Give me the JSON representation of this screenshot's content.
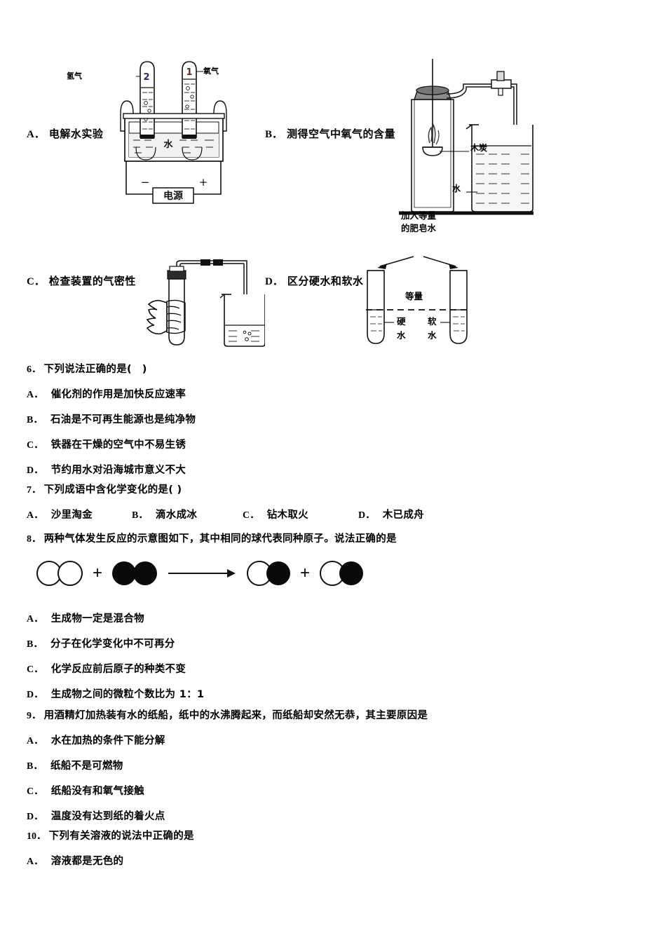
{
  "question5": {
    "options": [
      {
        "letter": "A．",
        "label": "电解水实验",
        "figure": "electrolysis-of-water-apparatus",
        "figure_labels": {
          "left_gas": "氢气",
          "left_tube_number": "2",
          "right_tube_number": "1",
          "right_gas": "氧气",
          "liquid": "水",
          "power_supply": "电源",
          "negative_terminal": "−",
          "positive_terminal": "+"
        }
      },
      {
        "letter": "B．",
        "label": "测得空气中氧气的含量",
        "figure": "oxygen-content-in-air-apparatus",
        "figure_labels": {
          "charcoal": "木炭",
          "water": "水"
        }
      },
      {
        "letter": "C．",
        "label": "检查装置的气密性",
        "figure": "airtightness-check-apparatus",
        "figure_labels": {}
      },
      {
        "letter": "D．",
        "label": "区分硬水和软水",
        "figure": "hard-soft-water-test-tubes",
        "figure_labels": {
          "top_note_line1": "加入等量",
          "top_note_line2": "的肥皂水",
          "equal_amount": "等量",
          "hard_water_line1": "硬",
          "hard_water_line2": "水",
          "soft_water_line1": "软",
          "soft_water_line2": "水"
        }
      }
    ]
  },
  "question6": {
    "number": "6．",
    "stem": "下列说法正确的是(　)",
    "options": [
      {
        "letter": "A．",
        "text": "催化剂的作用是加快反应速率"
      },
      {
        "letter": "B．",
        "text": "石油是不可再生能源也是纯净物"
      },
      {
        "letter": "C．",
        "text": "铁器在干燥的空气中不易生锈"
      },
      {
        "letter": "D．",
        "text": "节约用水对沿海城市意义不大"
      }
    ]
  },
  "question7": {
    "number": "7．",
    "stem": "下列成语中含化学变化的是( )",
    "options": [
      {
        "letter": "A．",
        "text": "沙里淘金"
      },
      {
        "letter": "B．",
        "text": "滴水成冰"
      },
      {
        "letter": "C．",
        "text": "钻木取火"
      },
      {
        "letter": "D．",
        "text": "木已成舟"
      }
    ]
  },
  "question8": {
    "number": "8．",
    "stem": "两种气体发生反应的示意图如下，其中相同的球代表同种原子。说法正确的是",
    "diagram": {
      "name": "molecular-reaction-diagram",
      "reactant1": [
        "white",
        "white"
      ],
      "reactant2": [
        "black",
        "black"
      ],
      "product1": [
        "white",
        "black"
      ],
      "product2": [
        "white",
        "black"
      ],
      "plus": "+",
      "arrow": "→"
    },
    "options": [
      {
        "letter": "A．",
        "text": "生成物一定是混合物"
      },
      {
        "letter": "B．",
        "text": "分子在化学变化中不可再分"
      },
      {
        "letter": "C．",
        "text": "化学反应前后原子的种类不变"
      },
      {
        "letter": "D．",
        "text": "生成物之间的微粒个数比为 1：1"
      }
    ]
  },
  "question9": {
    "number": "9．",
    "stem": "用酒精灯加热装有水的纸船，纸中的水沸腾起来，而纸船却安然无恭，其主要原因是",
    "options": [
      {
        "letter": "A．",
        "text": "水在加热的条件下能分解"
      },
      {
        "letter": "B．",
        "text": "纸船不是可燃物"
      },
      {
        "letter": "C．",
        "text": "纸船没有和氧气接触"
      },
      {
        "letter": "D．",
        "text": "温度没有达到纸的着火点"
      }
    ]
  },
  "question10": {
    "number": "10．",
    "stem": "下列有关溶液的说法中正确的是",
    "options": [
      {
        "letter": "A．",
        "text": "溶液都是无色的"
      }
    ]
  }
}
